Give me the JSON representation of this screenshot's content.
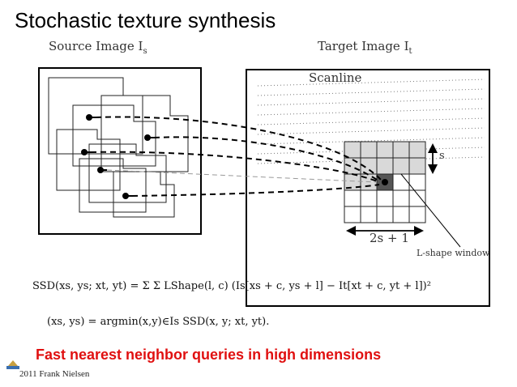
{
  "slide": {
    "title": "Stochastic texture synthesis",
    "tagline": "Fast nearest neighbor queries in high dimensions",
    "footer": "2011 Frank Nielsen"
  },
  "diagram": {
    "source_label": "Source Image I",
    "source_sub": "s",
    "target_label": "Target Image I",
    "target_sub": "t",
    "scanline_label": "Scanline",
    "s_label": "s",
    "width_label": "2s + 1",
    "window_label": "L-shape window"
  },
  "formulas": {
    "ssd": "SSD(xs, ys; xt, yt) = Σ Σ LShape(l, c) (Is[xs + c, ys + l] − It[xt + c, yt + l])²",
    "argmin": "(xs, ys) = argmin(x,y)∈Is SSD(x, y; xt, yt)."
  },
  "colors": {
    "tagline": "#e01010",
    "window_fill": "#d9d9d9",
    "current_pixel": "#555555"
  }
}
